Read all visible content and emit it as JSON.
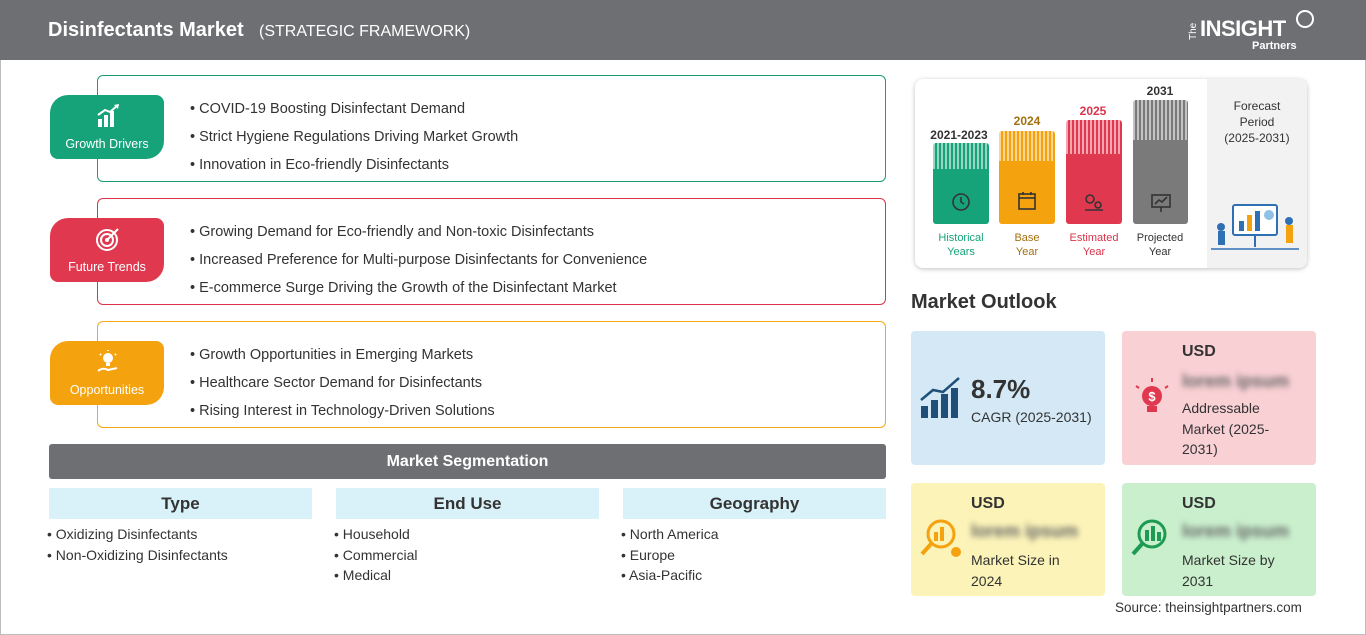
{
  "header": {
    "title": "Disinfectants Market",
    "subtitle": "(STRATEGIC FRAMEWORK)",
    "logo": {
      "the": "The",
      "insight": "INSIGHT",
      "partners": "Partners"
    }
  },
  "framework": {
    "growth_drivers": {
      "label": "Growth Drivers",
      "color": "#17a37a",
      "items": [
        "COVID-19 Boosting Disinfectant Demand",
        "Strict Hygiene Regulations Driving Market Growth",
        "Innovation in Eco-friendly Disinfectants"
      ]
    },
    "future_trends": {
      "label": "Future Trends",
      "color": "#e0394f",
      "items": [
        "Growing Demand for Eco-friendly and Non-toxic Disinfectants",
        "Increased Preference for Multi-purpose Disinfectants for Convenience",
        "E-commerce Surge Driving the Growth of the Disinfectant Market"
      ]
    },
    "opportunities": {
      "label": "Opportunities",
      "color": "#f5a20f",
      "items": [
        "Growth Opportunities in Emerging Markets",
        "Healthcare Sector Demand for Disinfectants",
        "Rising Interest in Technology-Driven Solutions"
      ]
    }
  },
  "segmentation": {
    "title": "Market Segmentation",
    "columns": [
      {
        "heading": "Type",
        "items": [
          "Oxidizing Disinfectants",
          "Non-Oxidizing Disinfectants"
        ]
      },
      {
        "heading": "End Use",
        "items": [
          "Household",
          "Commercial",
          "Medical"
        ]
      },
      {
        "heading": "Geography",
        "items": [
          "North America",
          "Europe",
          "Asia-Pacific"
        ]
      }
    ]
  },
  "timeline": {
    "periods": [
      {
        "year": "2021-2023",
        "caption_line1": "Historical",
        "caption_line2": "Years",
        "color": "#17a37a",
        "icon": "history-icon"
      },
      {
        "year": "2024",
        "caption_line1": "Base",
        "caption_line2": "Year",
        "color": "#f5a20f",
        "icon": "calendar-icon"
      },
      {
        "year": "2025",
        "caption_line1": "Estimated",
        "caption_line2": "Year",
        "color": "#e0394f",
        "icon": "gears-chart-icon"
      },
      {
        "year": "2031",
        "caption_line1": "Projected",
        "caption_line2": "Year",
        "color": "#7a7a7a",
        "icon": "presentation-icon"
      }
    ],
    "forecast_line1": "Forecast",
    "forecast_line2": "Period",
    "forecast_line3": "(2025-2031)"
  },
  "outlook": {
    "title": "Market Outlook",
    "cagr": {
      "value": "8.7%",
      "label": "CAGR (2025-2031)",
      "icon": "growth-chart-icon"
    },
    "addressable": {
      "currency": "USD",
      "value": "lorem ipsum",
      "label_line1": "Addressable",
      "label_line2": "Market (2025-",
      "label_line3": "2031)",
      "icon": "lightbulb-dollar-icon"
    },
    "size_2024": {
      "currency": "USD",
      "value": "lorem ipsum",
      "label_line1": "Market Size in",
      "label_line2": "2024",
      "icon": "magnifier-chart-icon"
    },
    "size_2031": {
      "currency": "USD",
      "value": "lorem ipsum",
      "label_line1": "Market Size by",
      "label_line2": "2031",
      "icon": "magnifier-bars-icon"
    }
  },
  "source": "Source: theinsightpartners.com"
}
